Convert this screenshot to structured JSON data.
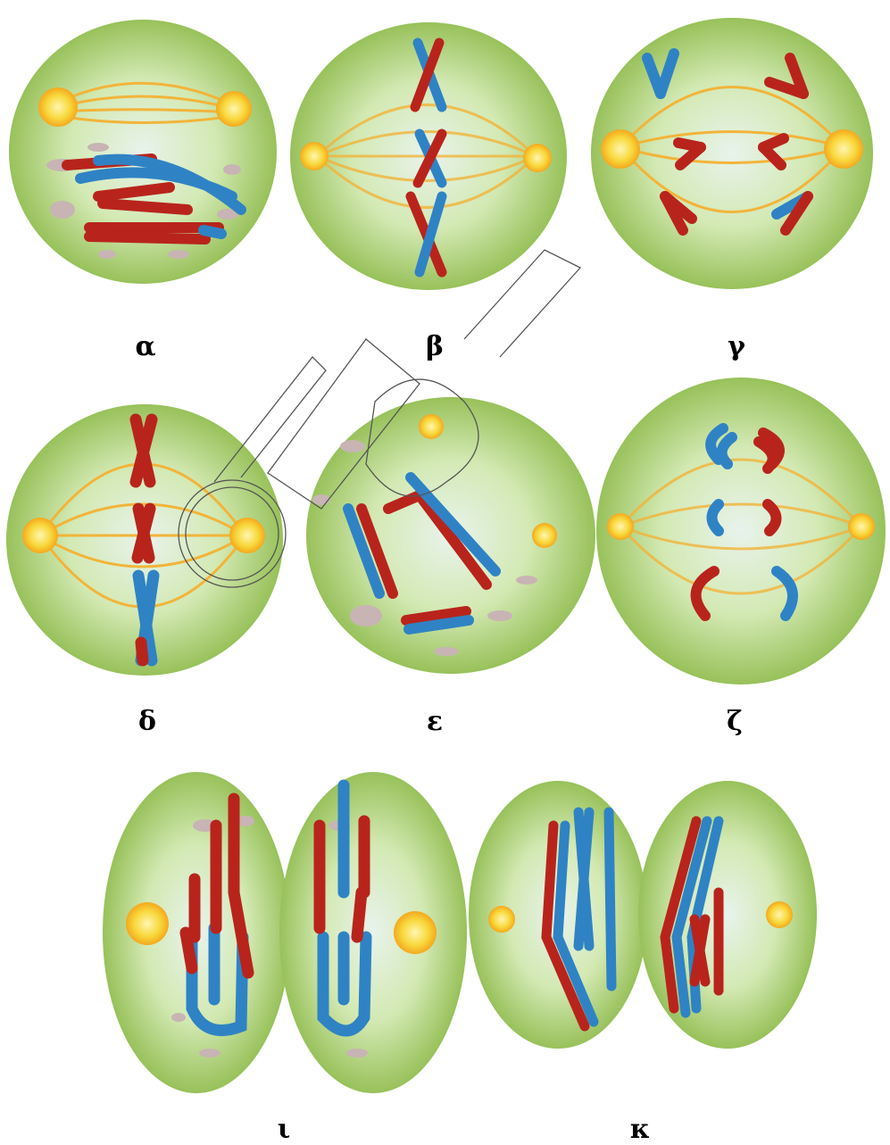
{
  "labels": {
    "a": "α",
    "b": "β",
    "c": "γ",
    "d": "δ",
    "e": "ε",
    "z": "ζ",
    "i": "ι",
    "k": "κ"
  },
  "colors": {
    "cell_edge": "#9cc45f",
    "cell_mid": "#cfe6a9",
    "cell_center": "#e4f1ea",
    "spindle": "#f2b43a",
    "centrosome": "#f7d23a",
    "chromosome_red": "#b8241c",
    "chromosome_blue": "#2f83c4",
    "organelle": "#c8b4b4",
    "watermark": "#555555"
  }
}
